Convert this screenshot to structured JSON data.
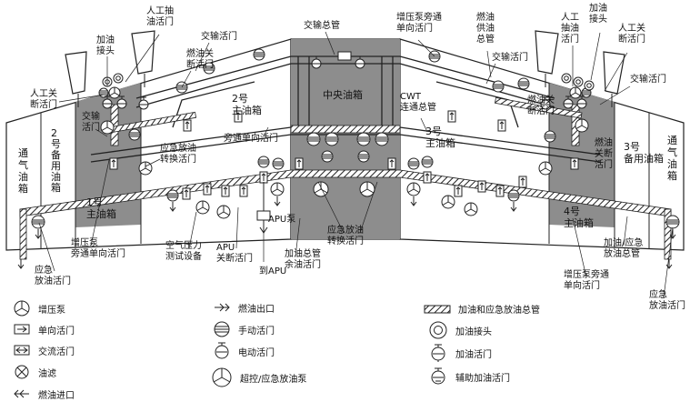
{
  "tanks": {
    "vent_left": [
      "通",
      "气",
      "油",
      "箱"
    ],
    "reserve2": [
      "2",
      "号",
      "备",
      "用",
      "油",
      "箱"
    ],
    "main1": [
      "1号",
      "主油箱"
    ],
    "main2": [
      "2号",
      "主油箱"
    ],
    "center": "中央油箱",
    "main3": [
      "3号",
      "主油箱"
    ],
    "main4": [
      "4号",
      "主油箱"
    ],
    "reserve3": [
      "3号",
      "备用油箱"
    ],
    "vent_right": [
      "通",
      "气",
      "油",
      "箱"
    ]
  },
  "labels": {
    "refuel_receptacle_l": [
      "加油",
      "接头"
    ],
    "manual_pump_valve_l": [
      "人工抽",
      "油活门"
    ],
    "crossfeed_valve_top_l": "交输活门",
    "fuel_shutoff_top_l": [
      "燃油关",
      "断活门"
    ],
    "manual_shutoff_l": [
      "人工关",
      "断活门"
    ],
    "crossfeed_valve_l": [
      "交输",
      "活门"
    ],
    "emerg_jettison_xfer_l": [
      "应急放油",
      "转换活门"
    ],
    "bypass_check_mid": "旁通单向活门",
    "crossfeed_manifold": "交输总管",
    "cwt_manifold": [
      "CWT",
      "连通总管"
    ],
    "boost_bypass_top_r": [
      "增压泵旁通",
      "单向活门"
    ],
    "fuel_supply_manifold": [
      "燃油",
      "供油",
      "总管"
    ],
    "crossfeed_valve_top_r": "交输活门",
    "fuel_shutoff_r": [
      "燃油关",
      "断活门"
    ],
    "manual_pump_valve_r": [
      "人工",
      "抽油",
      "活门"
    ],
    "refuel_receptacle_r": [
      "加油",
      "接头"
    ],
    "manual_shutoff_r": [
      "人工关",
      "断活门"
    ],
    "crossfeed_valve_r": "交输活门",
    "fuel_shutoff_r2": [
      "燃油",
      "关断",
      "活门"
    ],
    "emerg_jettison_l": [
      "应急",
      "放油活门"
    ],
    "boost_bypass_l": [
      "增压泵",
      "旁通单向活门"
    ],
    "air_pressure": [
      "空气压力",
      "测试设备"
    ],
    "apu_shutoff": [
      "APU",
      "关断活门"
    ],
    "apu_pump": "APU泵",
    "to_apu": "到APU",
    "refuel_residual": [
      "加油总管",
      "余油活门"
    ],
    "emerg_jettison_xfer_c": [
      "应急放油",
      "转换活门"
    ],
    "boost_bypass_r": [
      "增压泵旁通",
      "单向活门"
    ],
    "refuel_jettison_manifold": [
      "加油/应急",
      "放油总管"
    ],
    "emerg_jettison_r": [
      "应急",
      "放油活门"
    ]
  },
  "legend": {
    "boost_pump": "增压泵",
    "check_valve": "单向活门",
    "crossflow_valve": "交流活门",
    "filter": "油滤",
    "fuel_inlet": "燃油进口",
    "fuel_outlet": "燃油出口",
    "manual_valve": "手动活门",
    "motor_valve": "电动活门",
    "override_pump": "超控/应急放油泵",
    "refuel_manifold": "加油和应急放油总管",
    "refuel_receptacle": "加油接头",
    "refuel_valve": "加油活门",
    "aux_refuel_valve": "辅助加油活门"
  }
}
